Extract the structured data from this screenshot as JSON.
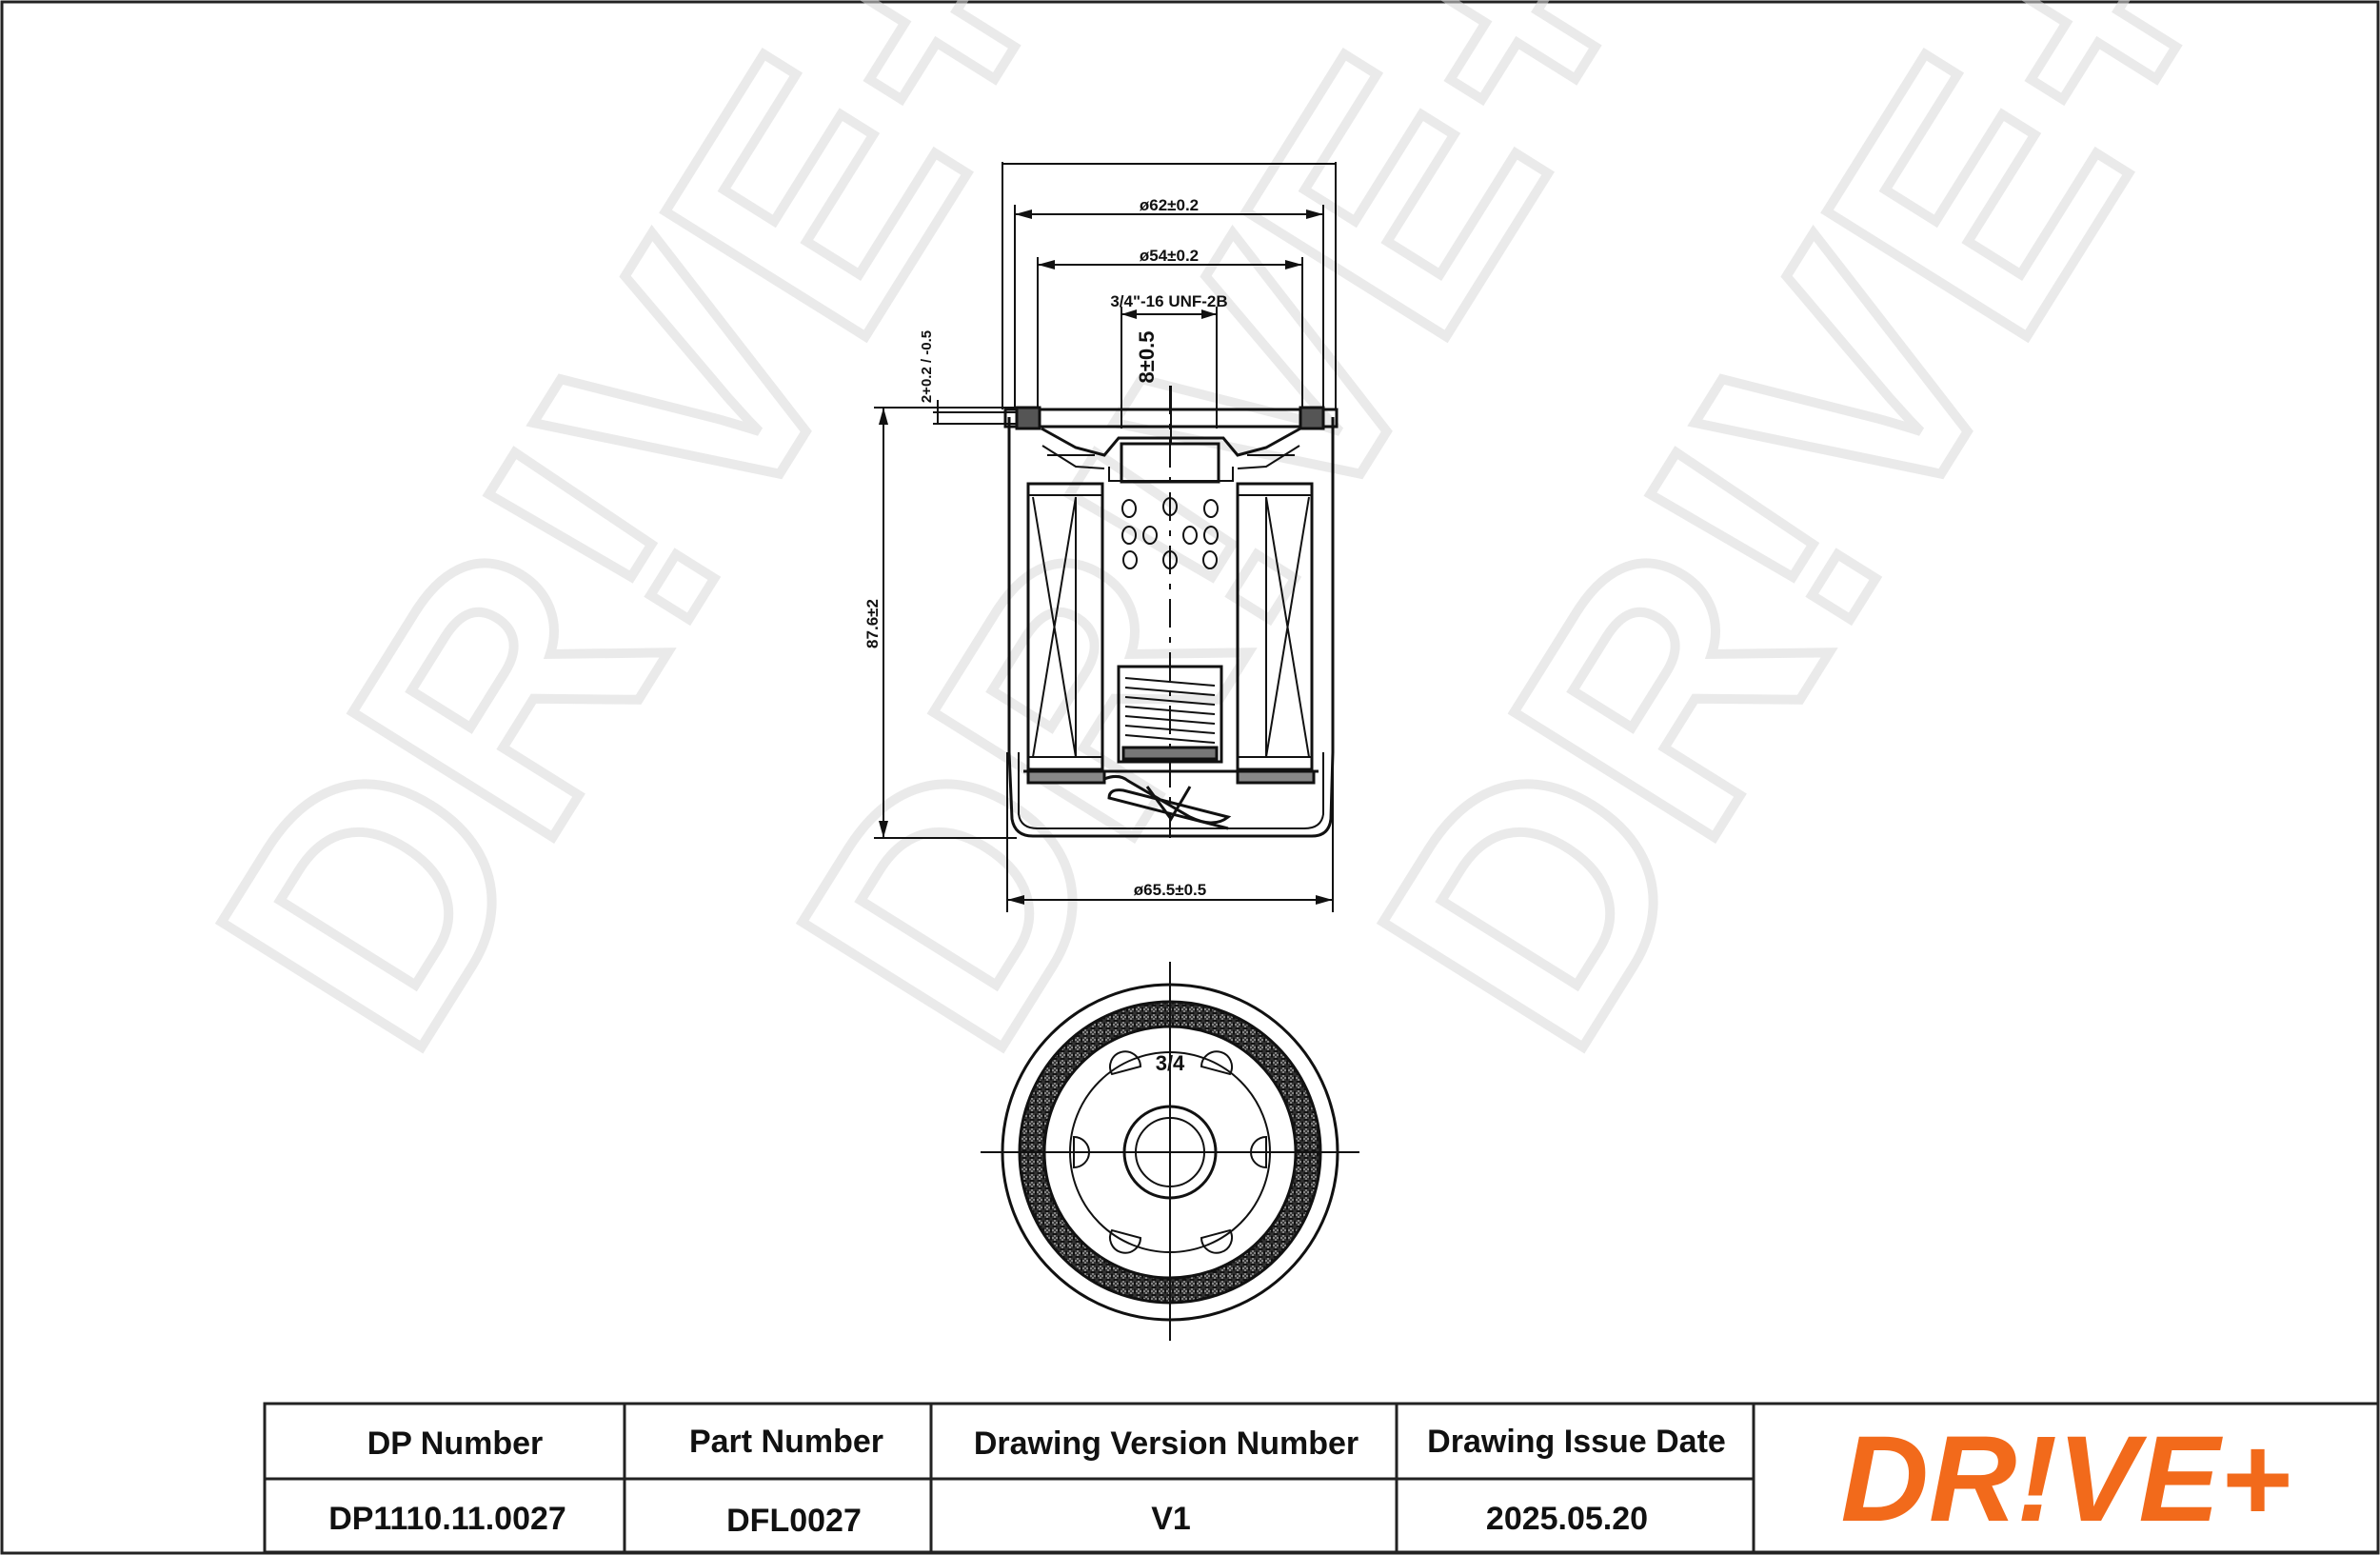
{
  "drawing": {
    "dimensions": {
      "outer_diameter": "ø62±0.2",
      "inner_diameter": "ø54±0.2",
      "thread": "3/4\"-16 UNF-2B",
      "thread_depth": "8±0.5",
      "gasket_height": "2+0.2 / -0.5",
      "height": "87.6±2",
      "body_diameter": "ø65.5±0.5",
      "top_view_label": "3/4"
    },
    "watermark": "DR!VE+"
  },
  "title_block": {
    "headers": [
      "DP Number",
      "Part Number",
      "Drawing Version Number",
      "Drawing Issue Date"
    ],
    "values": [
      "DP1110.11.0027",
      "DFL0027",
      "V1",
      "2025.05.20"
    ],
    "brand": "DR!VE+"
  },
  "colors": {
    "brand": "#f26a1b",
    "line": "#111111",
    "watermark": "#d9d9d9"
  }
}
